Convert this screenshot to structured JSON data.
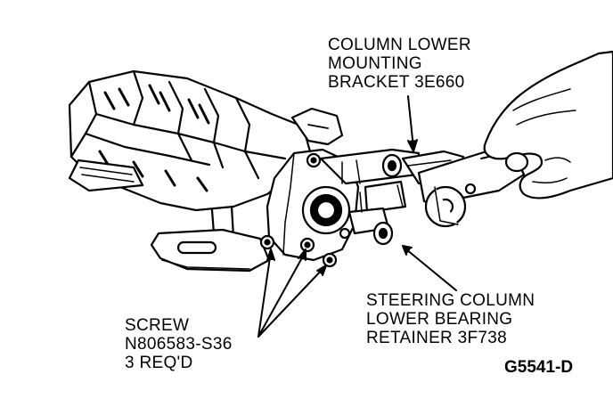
{
  "labels": {
    "bracket": [
      "COLUMN LOWER",
      "MOUNTING",
      "BRACKET 3E660"
    ],
    "retainer": [
      "STEERING COLUMN",
      "LOWER BEARING",
      "RETAINER 3F738"
    ],
    "screw": [
      "SCREW",
      "N806583-S36",
      "3 REQ'D"
    ]
  },
  "figure_id": "G5541-D",
  "colors": {
    "ink": "#000000",
    "paper": "#ffffff"
  }
}
